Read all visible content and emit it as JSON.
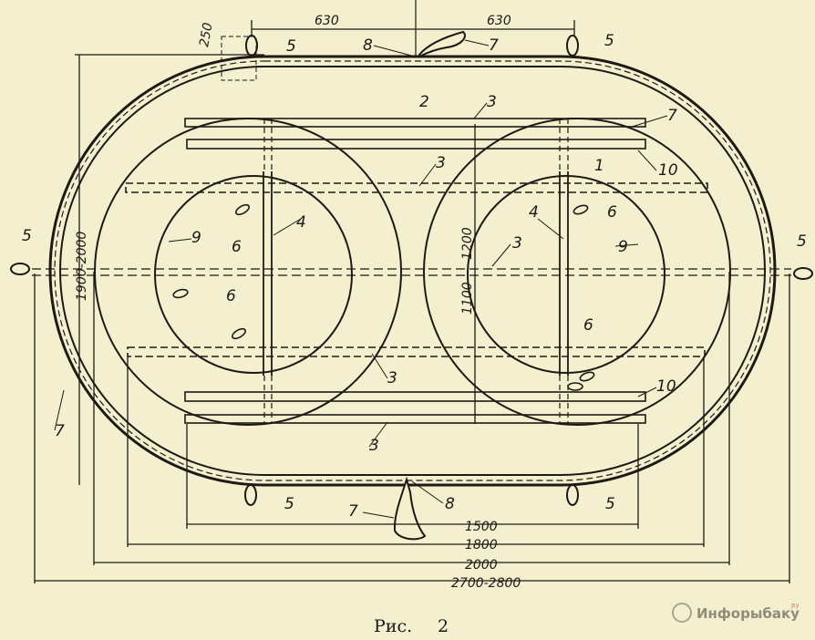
{
  "figure": {
    "caption_prefix": "Рис.",
    "caption_number": "2"
  },
  "dimensions": {
    "top_left_gap": "630",
    "top_right_gap": "630",
    "corner_offset": "250",
    "left_height": "1900-2000",
    "inner_height_a": "1100",
    "inner_height_b": "1200",
    "width_1500": "1500",
    "width_1800": "1800",
    "width_2000": "2000",
    "overall_width": "2700-2800"
  },
  "part_labels": {
    "n1": "1",
    "n2": "2",
    "n3": "3",
    "n4": "4",
    "n5": "5",
    "n6": "6",
    "n7": "7",
    "n8": "8",
    "n9": "9",
    "n10": "10"
  },
  "watermark": {
    "text": "Инфорыбаку",
    "suffix": "ру"
  }
}
